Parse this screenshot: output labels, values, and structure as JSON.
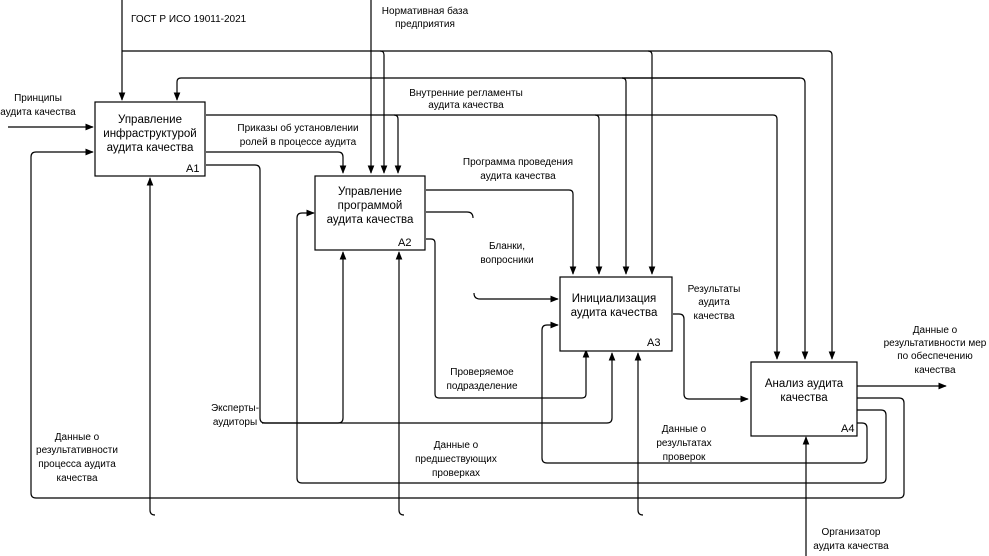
{
  "diagram": {
    "type": "IDEF0",
    "boxes": [
      {
        "id": "A1",
        "number": "A1",
        "lines": [
          "Управление",
          "инфраструктурой",
          "аудита качества"
        ]
      },
      {
        "id": "A2",
        "number": "A2",
        "lines": [
          "Управление",
          "программой",
          "аудита качества"
        ]
      },
      {
        "id": "A3",
        "number": "A3",
        "lines": [
          "Инициализация",
          "аудита качества"
        ]
      },
      {
        "id": "A4",
        "number": "A4",
        "lines": [
          "Анализ аудита",
          "качества"
        ]
      }
    ],
    "arrow_labels": {
      "gost": [
        "ГОСТ Р ИСО 19011-2021"
      ],
      "normbase": [
        "Нормативная база",
        "предприятия"
      ],
      "internal_regs": [
        "Внутренние регламенты",
        "аудита качества"
      ],
      "principles": [
        "Принципы",
        "аудита качества"
      ],
      "orders": [
        "Приказы об установлении",
        "ролей в процессе аудита"
      ],
      "program": [
        "Программа проведения",
        "аудита качества"
      ],
      "forms": [
        "Бланки,",
        "вопросники"
      ],
      "results": [
        "Результаты",
        "аудита",
        "качества"
      ],
      "output_data": [
        "Данные о",
        "результативности мер",
        "по обеспечению",
        "качества"
      ],
      "audited_unit": [
        "Проверяемое",
        "подразделение"
      ],
      "experts": [
        "Эксперты-",
        "аудиторы"
      ],
      "effectiveness": [
        "Данные о",
        "результативности",
        "процесса аудита",
        "качества"
      ],
      "previous_checks": [
        "Данные о",
        "предшествующих",
        "проверках"
      ],
      "check_results": [
        "Данные о",
        "результатах",
        "проверок"
      ],
      "organizer": [
        "Организатор",
        "аудита качества"
      ]
    }
  }
}
